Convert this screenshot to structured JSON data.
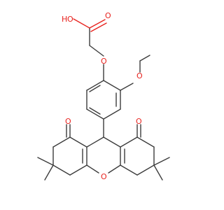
{
  "structure": {
    "labels": {
      "hydroxyl_h": "H",
      "hydroxyl_o": "O",
      "carbonyl_o_acid": "O",
      "ether_o_glycolate": "O",
      "methoxy_o": "O",
      "ketone_o_left": "O",
      "ketone_o_right": "O",
      "ring_o": "O"
    }
  },
  "colors": {
    "bond": "#3c3c3c",
    "heteroatom": "#e8231f",
    "background": "#ffffff"
  }
}
